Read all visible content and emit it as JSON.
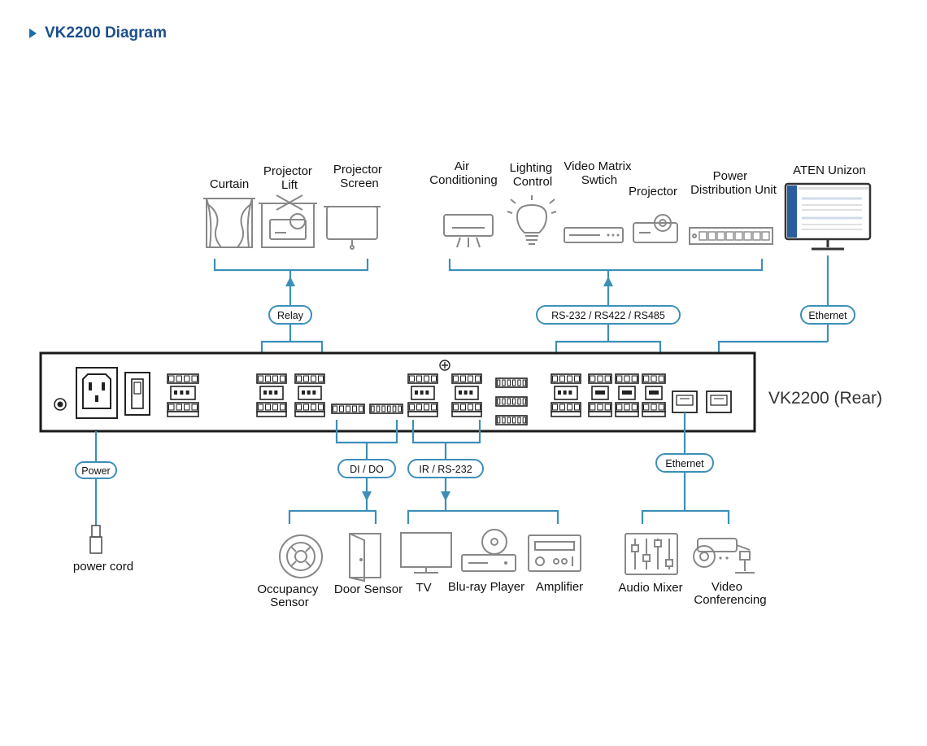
{
  "header": {
    "title": "VK2200 Diagram"
  },
  "device": {
    "label": "VK2200 (Rear)"
  },
  "buses": {
    "relay": "Relay",
    "serial": "RS-232 / RS422 / RS485",
    "ethernet_top": "Ethernet",
    "power": "Power",
    "dido": "DI / DO",
    "ir": "IR / RS-232",
    "ethernet_bottom": "Ethernet"
  },
  "devices": {
    "curtain": [
      "Curtain"
    ],
    "projector_lift": [
      "Projector",
      "Lift"
    ],
    "projector_screen": [
      "Projector",
      "Screen"
    ],
    "air_conditioning": [
      "Air",
      "Conditioning"
    ],
    "lighting_control": [
      "Lighting",
      "Control"
    ],
    "video_matrix": [
      "Video Matrix",
      "Swtich"
    ],
    "projector": [
      "Projector"
    ],
    "pdu": [
      "Power",
      "Distribution Unit"
    ],
    "unizon": [
      "ATEN Unizon"
    ],
    "power_cord": [
      "power cord"
    ],
    "occupancy_sensor": [
      "Occupancy",
      "Sensor"
    ],
    "door_sensor": [
      "Door Sensor"
    ],
    "tv": [
      "TV"
    ],
    "bluray": [
      "Blu-ray Player"
    ],
    "amplifier": [
      "Amplifier"
    ],
    "audio_mixer": [
      "Audio Mixer"
    ],
    "video_conferencing": [
      "Video",
      "Conferencing"
    ]
  }
}
